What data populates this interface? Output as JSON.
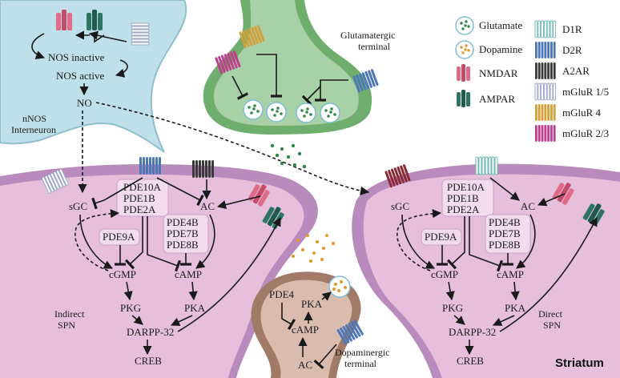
{
  "diagram": {
    "region_label": "Striatum",
    "nnos": {
      "title_line1": "nNOS",
      "title_line2": "Interneuron",
      "nos_inactive": "NOS inactive",
      "nos_active": "NOS active",
      "no": "NO"
    },
    "glutamatergic": {
      "title_line1": "Glutamatergic",
      "title_line2": "terminal"
    },
    "dopaminergic": {
      "title_line1": "Dopaminergic",
      "title_line2": "terminal",
      "pde4": "PDE4",
      "pka": "PKA",
      "camp": "cAMP",
      "ac": "AC"
    },
    "indirect": {
      "title_line1": "Indirect",
      "title_line2": "SPN",
      "sgc": "sGC",
      "ac": "AC",
      "pde_a": [
        "PDE10A",
        "PDE1B",
        "PDE2A"
      ],
      "pde_b": [
        "PDE4B",
        "PDE7B",
        "PDE8B"
      ],
      "pde9a": "PDE9A",
      "cgmp": "cGMP",
      "camp": "cAMP",
      "pkg": "PKG",
      "pka": "PKA",
      "darpp": "DARPP-32",
      "creb": "CREB"
    },
    "direct": {
      "title_line1": "Direct",
      "title_line2": "SPN",
      "sgc": "sGC",
      "ac": "AC",
      "pde_a": [
        "PDE10A",
        "PDE1B",
        "PDE2A"
      ],
      "pde_b": [
        "PDE4B",
        "PDE7B",
        "PDE8B"
      ],
      "pde9a": "PDE9A",
      "cgmp": "cGMP",
      "camp": "cAMP",
      "pkg": "PKG",
      "pka": "PKA",
      "darpp": "DARPP-32",
      "creb": "CREB"
    },
    "legend": {
      "glutamate": "Glutamate",
      "dopamine": "Dopamine",
      "nmdar": "NMDAR",
      "ampar": "AMPAR",
      "d1r": "D1R",
      "d2r": "D2R",
      "a2ar": "A2AR",
      "mglur15": "mGluR 1/5",
      "mglur4": "mGluR 4",
      "mglur23": "mGluR 2/3"
    },
    "colors": {
      "spn_fill": "#e6bfdc",
      "spn_border": "#b37ab3",
      "nnos_fill": "#bfe0ea",
      "glut_fill": "#a9d1a7",
      "glut_border": "#6fae6d",
      "dopa_fill": "#d9bcae",
      "dopa_border": "#a27b68",
      "pde_box": "#f2dcee",
      "nmdar": "#e06b87",
      "ampar": "#1f5b4c",
      "d1r": "#6fb9b5",
      "d2r": "#4d78b8",
      "a2ar": "#3a3a3a",
      "mglur15": "#b9c3e0",
      "mglur4": "#d3a03a",
      "mglur23": "#c0408e",
      "glutamate_dot": "#2f8a4a",
      "dopamine_dot": "#e29a2a"
    }
  }
}
